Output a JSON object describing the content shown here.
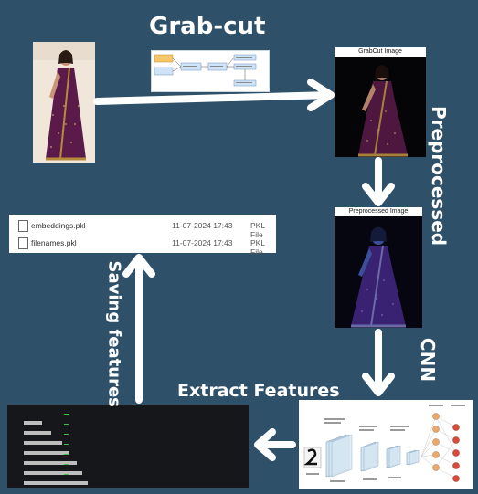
{
  "labels": {
    "grabcut": "Grab-cut",
    "preprocessed": "Preprocessed",
    "cnn": "CNN",
    "extract_features": "Extract Features",
    "saving_features": "Saving features"
  },
  "panels": {
    "grabcut_image_title": "GrabCut Image",
    "preprocessed_image_title": "Preprocessed Image"
  },
  "files": [
    {
      "name": "embeddings.pkl",
      "date": "11-07-2024 17:43",
      "type": "PKL File"
    },
    {
      "name": "filenames.pkl",
      "date": "11-07-2024 17:43",
      "type": "PKL File"
    }
  ],
  "colors": {
    "background": "#2e5068",
    "arrow": "#ffffff",
    "saree": "#5b1b4a",
    "progress": "#3ec24a"
  }
}
